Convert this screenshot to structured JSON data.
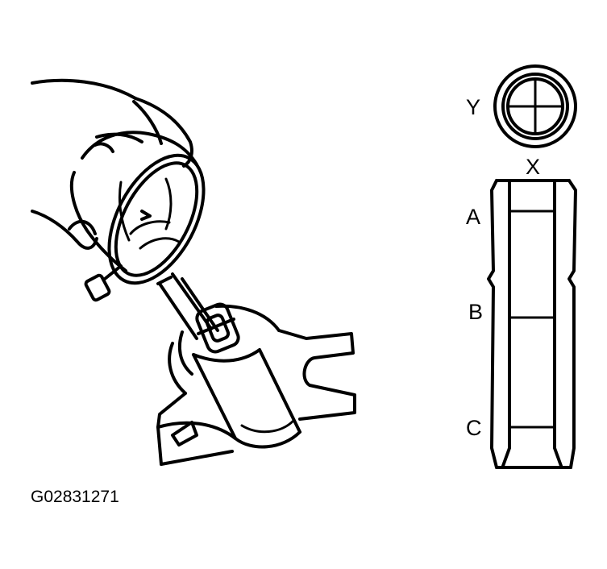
{
  "labels": {
    "y": "Y",
    "x": "X",
    "a": "A",
    "b": "B",
    "c": "C"
  },
  "figure_id": "G02831271",
  "colors": {
    "ink": "#000000",
    "paper": "#ffffff"
  },
  "icons": {
    "gauge": "dial-bore-gauge-icon",
    "bore_top_view": "bore-top-view-icon",
    "bore_side_view": "bore-side-view-icon"
  }
}
